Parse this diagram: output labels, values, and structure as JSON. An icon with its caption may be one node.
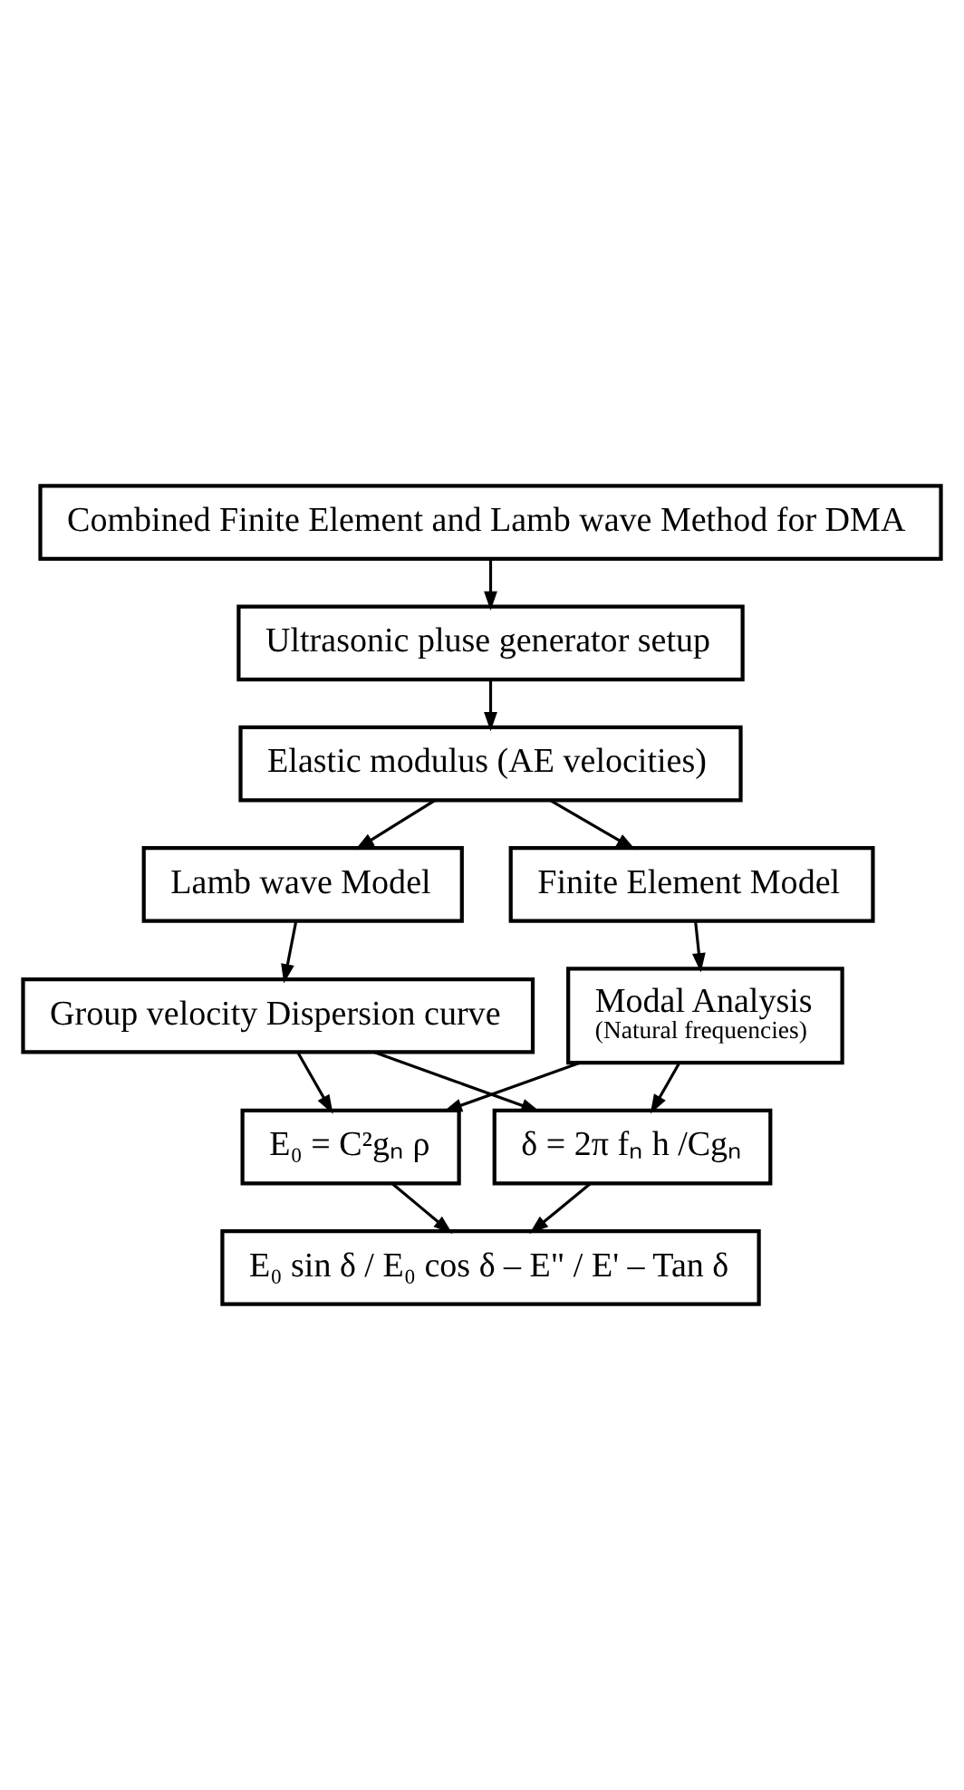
{
  "diagram": {
    "nodes": [
      {
        "text": [
          "Combined Finite Element and Lamb wave Method for DMA"
        ]
      },
      {
        "text": [
          "Ultrasonic pluse generator setup"
        ]
      },
      {
        "text": [
          "Elastic modulus (AE velocities)"
        ]
      },
      {
        "text": [
          "Lamb wave Model"
        ]
      },
      {
        "text": [
          "Finite Element Model"
        ]
      },
      {
        "text": [
          "Group velocity Dispersion curve"
        ]
      },
      {
        "text": [
          "Modal Analysis",
          "(Natural frequencies)"
        ]
      },
      {
        "text": [
          "E₀ = C²gₙ ρ"
        ]
      },
      {
        "text": [
          "δ = 2π fₙ h /Cgₙ"
        ]
      },
      {
        "text": [
          "E₀ sin δ / E₀ cos δ – E\" / E' – Tan δ"
        ]
      }
    ],
    "edges": [
      {
        "from": 0,
        "to": 1,
        "arrow": "to"
      },
      {
        "from": 1,
        "to": 2,
        "arrow": "to"
      },
      {
        "from": 2,
        "to": 3,
        "arrow": "to"
      },
      {
        "from": 2,
        "to": 4,
        "arrow": "to"
      },
      {
        "from": 3,
        "to": 5,
        "arrow": "to"
      },
      {
        "from": 4,
        "to": 6,
        "arrow": "to"
      },
      {
        "from": 5,
        "to": 7,
        "arrow": "to"
      },
      {
        "from": 5,
        "to": 8,
        "arrow": "to"
      },
      {
        "from": 6,
        "to": 7,
        "arrow": "to"
      },
      {
        "from": 6,
        "to": 8,
        "arrow": "to"
      },
      {
        "from": 7,
        "to": 9,
        "arrow": "to"
      },
      {
        "from": 8,
        "to": 9,
        "arrow": "to"
      }
    ]
  }
}
